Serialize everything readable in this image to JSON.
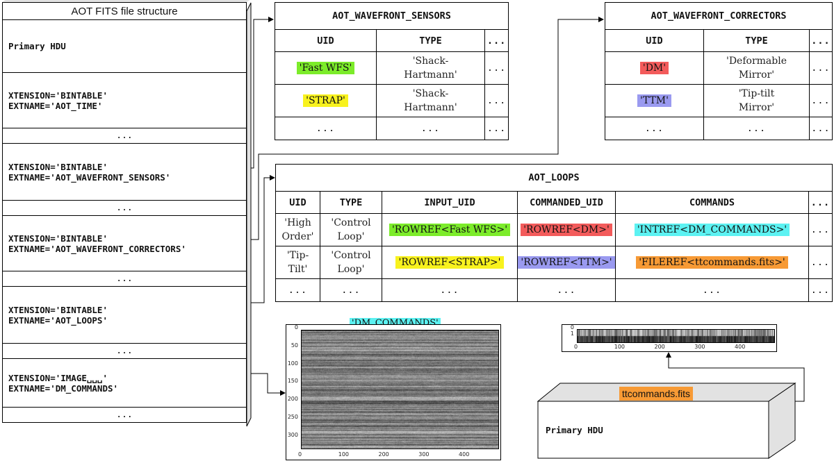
{
  "stack": {
    "title": "AOT FITS file structure",
    "cells": [
      {
        "type": "hdu",
        "lines": [
          "Primary HDU"
        ]
      },
      {
        "type": "ext",
        "lines": [
          "XTENSION='BINTABLE'",
          "EXTNAME='AOT_TIME'"
        ]
      },
      {
        "type": "dots",
        "lines": [
          "..."
        ]
      },
      {
        "type": "ext",
        "lines": [
          "XTENSION='BINTABLE'",
          "EXTNAME='AOT_WAVEFRONT_SENSORS'"
        ]
      },
      {
        "type": "dots",
        "lines": [
          "..."
        ]
      },
      {
        "type": "ext",
        "lines": [
          "XTENSION='BINTABLE'",
          "EXTNAME='AOT_WAVEFRONT_CORRECTORS'"
        ]
      },
      {
        "type": "dots",
        "lines": [
          "..."
        ]
      },
      {
        "type": "ext",
        "lines": [
          "XTENSION='BINTABLE'",
          "EXTNAME='AOT_LOOPS'"
        ]
      },
      {
        "type": "dots",
        "lines": [
          "..."
        ]
      },
      {
        "type": "ext",
        "lines": [
          "XTENSION='IMAGE␣␣␣'",
          "EXTNAME='DM_COMMANDS'"
        ]
      },
      {
        "type": "dots",
        "lines": [
          "..."
        ]
      }
    ]
  },
  "sensors": {
    "title": "AOT_WAVEFRONT_SENSORS",
    "headers": [
      "UID",
      "TYPE",
      "..."
    ],
    "rows": [
      {
        "uid": "'Fast WFS'",
        "type": [
          "'Shack-",
          "Hartmann'"
        ],
        "more": "..."
      },
      {
        "uid": "'STRAP'",
        "type": [
          "'Shack-",
          "Hartmann'"
        ],
        "more": "..."
      },
      {
        "uid": "...",
        "type": [
          "..."
        ],
        "more": "..."
      }
    ]
  },
  "correctors": {
    "title": "AOT_WAVEFRONT_CORRECTORS",
    "headers": [
      "UID",
      "TYPE",
      "..."
    ],
    "rows": [
      {
        "uid": "'DM'",
        "type": [
          "'Deformable",
          "Mirror'"
        ],
        "more": "..."
      },
      {
        "uid": "'TTM'",
        "type": [
          "'Tip-tilt",
          "Mirror'"
        ],
        "more": "..."
      },
      {
        "uid": "...",
        "type": [
          "..."
        ],
        "more": "..."
      }
    ]
  },
  "loops": {
    "title": "AOT_LOOPS",
    "headers": [
      "UID",
      "TYPE",
      "INPUT_UID",
      "COMMANDED_UID",
      "COMMANDS",
      "..."
    ],
    "rows": [
      {
        "uid": [
          "'High",
          "Order'"
        ],
        "type": [
          "'Control",
          "Loop'"
        ],
        "input": "'ROWREF<Fast WFS>'",
        "commanded": "'ROWREF<DM>'",
        "commands": "'INTREF<DM_COMMANDS>'",
        "more": "..."
      },
      {
        "uid": [
          "'Tip-",
          "Tilt'"
        ],
        "type": [
          "'Control",
          "Loop'"
        ],
        "input": "'ROWREF<STRAP>'",
        "commanded": "'ROWREF<TTM>'",
        "commands": "'FILEREF<ttcommands.fits>'",
        "more": "..."
      },
      {
        "uid": [
          "..."
        ],
        "type": [
          "..."
        ],
        "input": "...",
        "commanded": "...",
        "commands": "...",
        "more": "..."
      }
    ]
  },
  "dm_image": {
    "label": "'DM_COMMANDS'",
    "y_ticks": [
      "0",
      "50",
      "100",
      "150",
      "200",
      "250",
      "300"
    ],
    "x_ticks": [
      "0",
      "100",
      "200",
      "300",
      "400"
    ]
  },
  "tt_image": {
    "y_ticks": [
      "0",
      "1"
    ],
    "x_ticks": [
      "0",
      "100",
      "200",
      "300",
      "400"
    ]
  },
  "ttfile": {
    "label": "ttcommands.fits",
    "content": "Primary HDU"
  },
  "colors": {
    "green": "#7cec2a",
    "yellow": "#f8f21e",
    "red": "#f35b5b",
    "blue": "#9a9af0",
    "cyan": "#5cf2f2",
    "orange": "#f79a35",
    "side_gray": "#e2e2e2"
  }
}
